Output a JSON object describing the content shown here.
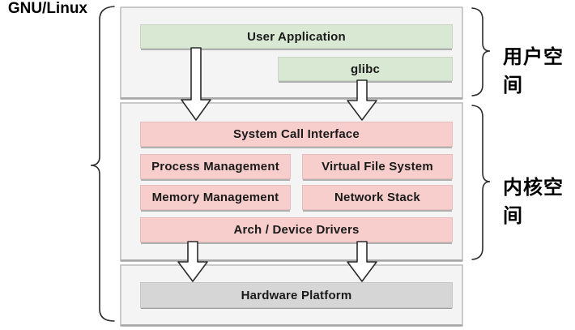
{
  "labels": {
    "system": "GNU/Linux",
    "user_space": "用户空间",
    "kernel_space": "内核空间"
  },
  "user_space": {
    "user_application": "User Application",
    "glibc": "glibc"
  },
  "kernel_space": {
    "system_call_interface": "System Call Interface",
    "process_management": "Process Management",
    "virtual_file_system": "Virtual File System",
    "memory_management": "Memory Management",
    "network_stack": "Network Stack",
    "arch_device_drivers": "Arch / Device Drivers"
  },
  "hardware": {
    "hardware_platform": "Hardware Platform"
  },
  "colors": {
    "user_box": "#d9e8d3",
    "kernel_box": "#f8cecc",
    "hardware_box": "#d6d6d6",
    "section_bg": "#f4f4f4",
    "box_shadow_border": "#b0b0b0",
    "text": "#1a1a1a"
  }
}
